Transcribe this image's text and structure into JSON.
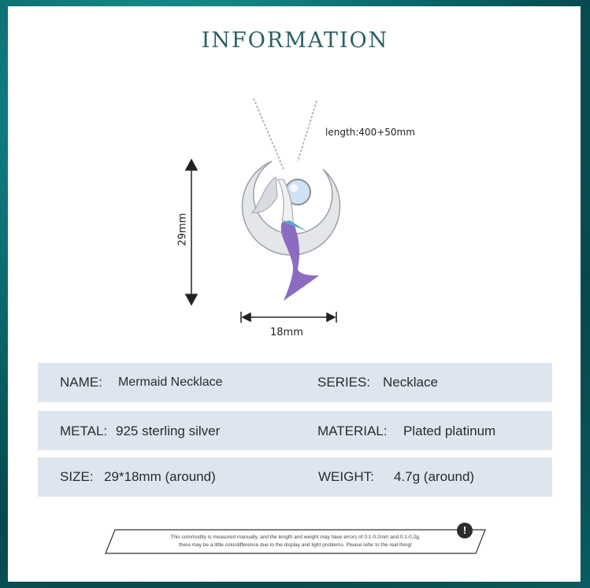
{
  "title": "INFORMATION",
  "dimensions": {
    "length": "length:400+50mm",
    "height": "29mm",
    "width": "18mm"
  },
  "rows": [
    {
      "left_label": "NAME:",
      "left_value": "Mermaid Necklace",
      "right_label": "SERIES:",
      "right_value": "Necklace"
    },
    {
      "left_label": "METAL:",
      "left_value": "925 sterling silver",
      "right_label": "MATERIAL:",
      "right_value": "Plated platinum"
    },
    {
      "left_label": "SIZE:",
      "left_value": "29*18mm (around)",
      "right_label": "WEIGHT:",
      "right_value": "4.7g (around)"
    }
  ],
  "notice": {
    "line1": "This commodity is measured manually, and the length and weight may have errors of 0.1-0.2mm and 0.1-0.2g,",
    "line2": "there may be a little colordifference due to the display and light problems. Please refer to the real thing!",
    "icon": "exclamation-icon"
  },
  "colors": {
    "background": "#0b6e72",
    "title": "#2a5f63",
    "row_bg": "#dde6ef"
  }
}
